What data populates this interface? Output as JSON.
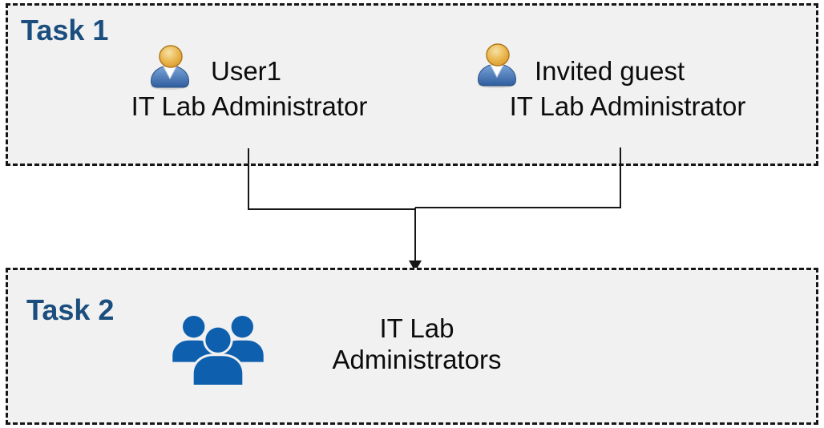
{
  "task1": {
    "label": "Task 1",
    "users": [
      {
        "name": "User1",
        "role": "IT Lab Administrator",
        "icon": "person-icon"
      },
      {
        "name": "Invited guest",
        "role": "IT Lab Administrator",
        "icon": "person-icon"
      }
    ]
  },
  "task2": {
    "label": "Task 2",
    "group": {
      "icon": "people-group-icon",
      "name_line1": "IT Lab",
      "name_line2": "Administrators"
    }
  },
  "connector": {
    "icon": "merge-arrow-down"
  },
  "colors": {
    "panel_bg": "#F1F1F1",
    "panel_border": "#161616",
    "task_label": "#1B4E7E",
    "body_text": "#0C0C0C",
    "connector": "#161616",
    "group_icon": "#0E60AF",
    "user_head_light": "#F6E2A6",
    "user_head_mid": "#E9B64E",
    "user_head_dark": "#D6952A",
    "user_head_stroke": "#B27A1E",
    "user_body_light": "#7BA7DB",
    "user_body_dark": "#2F5C9D",
    "user_body_stroke": "#2C5283",
    "user_collar": "#FFFFFF"
  }
}
